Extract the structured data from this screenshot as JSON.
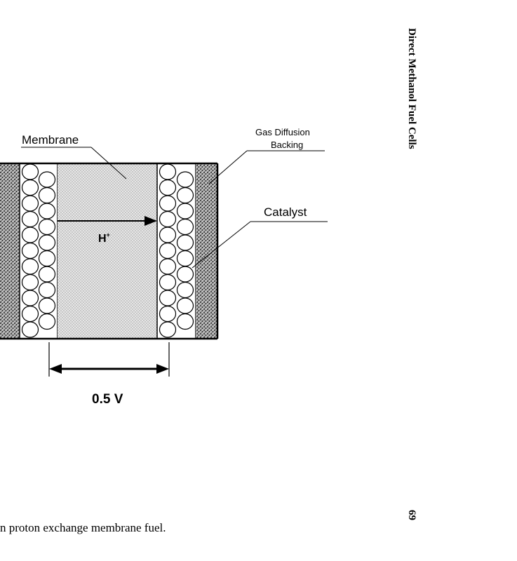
{
  "labels": {
    "membrane": "Membrane",
    "gas_diffusion_line1": "Gas Diffusion",
    "gas_diffusion_line2": "Backing",
    "catalyst": "Catalyst",
    "proton": "H",
    "proton_superscript": "+",
    "voltage": "0.5 V"
  },
  "running_header": "Direct Methanol Fuel Cells",
  "page_number": "69",
  "caption_fragment": "n proton exchange membrane fuel."
}
